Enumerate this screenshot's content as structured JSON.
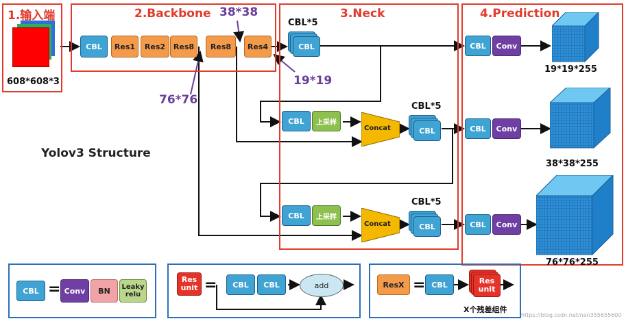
{
  "input": {
    "title": "1.输入端",
    "size": "608*608*3"
  },
  "backbone": {
    "title": "2.Backbone",
    "blocks": [
      "CBL",
      "Res1",
      "Res2",
      "Res8",
      "Res8",
      "Res4"
    ],
    "label_mid": "38*38",
    "label_small": "19*19",
    "label_large": "76*76"
  },
  "neck": {
    "title": "3.Neck",
    "top_cbl_label": "CBL*5",
    "branch1": {
      "cbl": "CBL",
      "upsample": "上采样",
      "concat": "Concat",
      "cbl5_label": "CBL*5"
    },
    "branch2": {
      "cbl": "CBL",
      "upsample": "上采样",
      "concat": "Concat",
      "cbl5_label": "CBL*5"
    }
  },
  "prediction": {
    "title": "4.Prediction",
    "cbl": "CBL",
    "conv": "Conv",
    "outputs": [
      "19*19*255",
      "38*38*255",
      "76*76*255"
    ]
  },
  "structure_title": "Yolov3 Structure",
  "legend": {
    "cbl": {
      "name": "CBL",
      "parts": [
        "Conv",
        "BN",
        "Leaky relu"
      ]
    },
    "resunit": {
      "name": "Res unit",
      "parts": [
        "CBL",
        "CBL"
      ],
      "op": "add"
    },
    "resx": {
      "name": "ResX",
      "cbl": "CBL",
      "unit": "Res unit",
      "caption": "X个残差组件"
    }
  },
  "symbols": {
    "equals": "="
  },
  "watermark": "https://blog.csdn.net/nan355655600"
}
